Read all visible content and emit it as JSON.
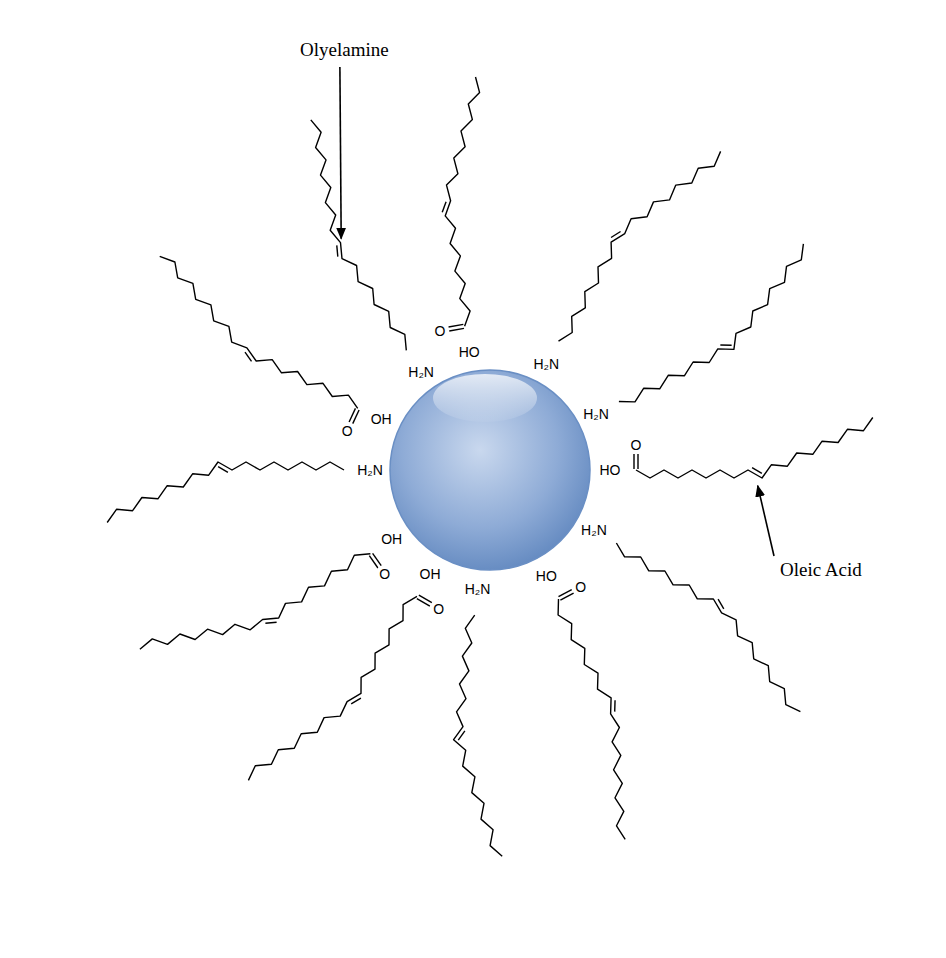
{
  "diagram": {
    "labels": [
      "Olyelamine",
      "Oleic Acid",
      "HO",
      "O",
      "H₂N",
      "H₂N",
      "HO",
      "O",
      "H₂N",
      "HO",
      "O",
      "H₂N",
      "OH",
      "O",
      "OH",
      "O",
      "H₂N",
      "OH",
      "O",
      "H₂N"
    ]
  }
}
